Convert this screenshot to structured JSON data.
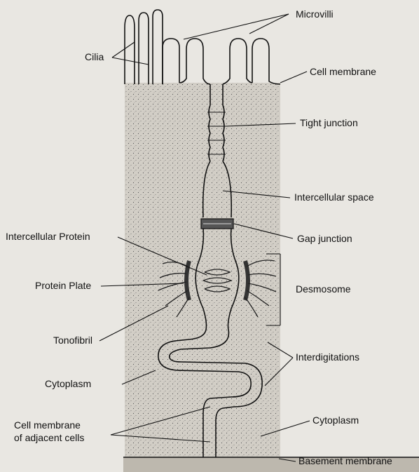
{
  "figure": {
    "labels": {
      "microvilli": "Microvilli",
      "cilia": "Cilia",
      "cell_membrane": "Cell membrane",
      "tight_junction": "Tight junction",
      "intercellular_space": "Intercellular space",
      "intercellular_protein": "Intercellular Protein",
      "gap_junction": "Gap junction",
      "protein_plate": "Protein Plate",
      "desmosome": "Desmosome",
      "tonofibril": "Tonofibril",
      "interdigitations": "Interdigitations",
      "cytoplasm_left": "Cytoplasm",
      "cell_membrane_adjacent_line1": "Cell membrane",
      "cell_membrane_adjacent_line2": "of adjacent cells",
      "cytoplasm_right": "Cytoplasm",
      "basement_membrane": "Basement membrane"
    }
  },
  "colors": {
    "background": "#e9e7e2",
    "cytoplasm_fill": "#cfcbc3",
    "line": "#111111"
  }
}
